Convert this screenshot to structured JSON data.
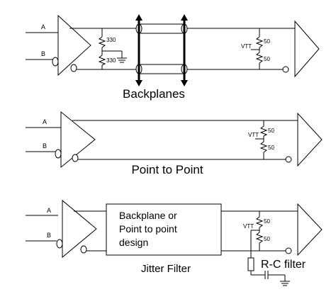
{
  "panels": {
    "backplanes": {
      "caption": "Backplanes",
      "input_a": "A",
      "input_b": "B",
      "resistor_top": "330",
      "resistor_bottom": "330",
      "vtt": "VTT",
      "term_top": "50",
      "term_bottom": "50"
    },
    "point_to_point": {
      "caption": "Point to Point",
      "input_a": "A",
      "input_b": "B",
      "vtt": "VTT",
      "term_top": "50",
      "term_bottom": "50"
    },
    "jitter_filter": {
      "caption": "Jitter Filter",
      "input_a": "A",
      "input_b": "B",
      "box_line1": "Backplane or",
      "box_line2": "Point to point",
      "box_line3": "design",
      "vtt": "VTT",
      "term_top": "50",
      "term_bottom": "50",
      "rc_label": "R-C filter"
    }
  }
}
